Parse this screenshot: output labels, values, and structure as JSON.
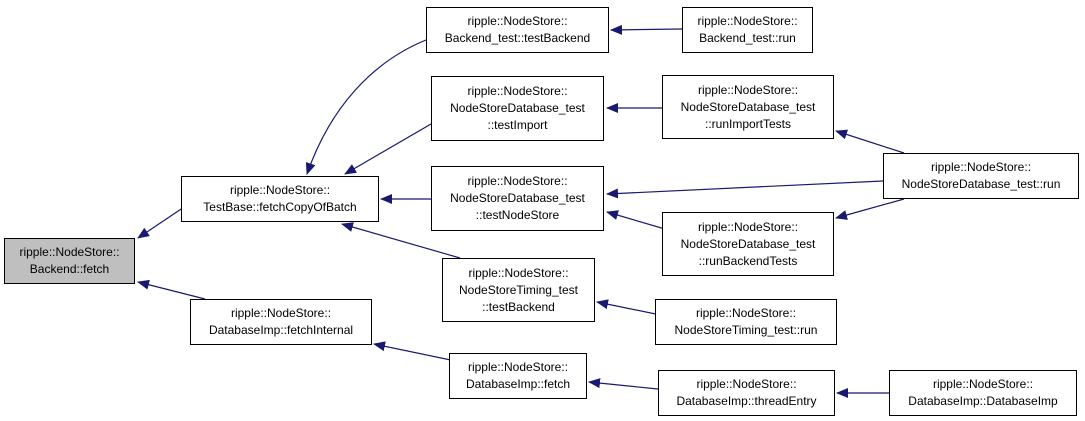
{
  "diagram": {
    "colors": {
      "edge": "#191970",
      "node_border": "#000000",
      "selected_fill": "#bfbfbf"
    },
    "nodes": {
      "backend_fetch": [
        "ripple::NodeStore::",
        "Backend::fetch"
      ],
      "fetch_copy_of_batch": [
        "ripple::NodeStore::",
        "TestBase::fetchCopyOfBatch"
      ],
      "fetch_internal": [
        "ripple::NodeStore::",
        "DatabaseImp::fetchInternal"
      ],
      "backend_test_test_backend": [
        "ripple::NodeStore::",
        "Backend_test::testBackend"
      ],
      "db_test_test_import": [
        "ripple::NodeStore::",
        "NodeStoreDatabase_test",
        "::testImport"
      ],
      "db_test_test_node_store": [
        "ripple::NodeStore::",
        "NodeStoreDatabase_test",
        "::testNodeStore"
      ],
      "timing_test_test_backend": [
        "ripple::NodeStore::",
        "NodeStoreTiming_test",
        "::testBackend"
      ],
      "database_imp_fetch": [
        "ripple::NodeStore::",
        "DatabaseImp::fetch"
      ],
      "backend_test_run": [
        "ripple::NodeStore::",
        "Backend_test::run"
      ],
      "db_test_run_import_tests": [
        "ripple::NodeStore::",
        "NodeStoreDatabase_test",
        "::runImportTests"
      ],
      "db_test_run_backend_tests": [
        "ripple::NodeStore::",
        "NodeStoreDatabase_test",
        "::runBackendTests"
      ],
      "timing_test_run": [
        "ripple::NodeStore::",
        "NodeStoreTiming_test::run"
      ],
      "database_imp_thread_entry": [
        "ripple::NodeStore::",
        "DatabaseImp::threadEntry"
      ],
      "db_test_run": [
        "ripple::NodeStore::",
        "NodeStoreDatabase_test::run"
      ],
      "database_imp_ctor": [
        "ripple::NodeStore::",
        "DatabaseImp::DatabaseImp"
      ]
    },
    "edges": [
      [
        "fetch_copy_of_batch",
        "backend_fetch"
      ],
      [
        "fetch_internal",
        "backend_fetch"
      ],
      [
        "backend_test_test_backend",
        "fetch_copy_of_batch"
      ],
      [
        "db_test_test_import",
        "fetch_copy_of_batch"
      ],
      [
        "db_test_test_node_store",
        "fetch_copy_of_batch"
      ],
      [
        "timing_test_test_backend",
        "fetch_copy_of_batch"
      ],
      [
        "database_imp_fetch",
        "fetch_internal"
      ],
      [
        "backend_test_run",
        "backend_test_test_backend"
      ],
      [
        "db_test_run_import_tests",
        "db_test_test_import"
      ],
      [
        "db_test_run",
        "db_test_test_node_store"
      ],
      [
        "db_test_run_backend_tests",
        "db_test_test_node_store"
      ],
      [
        "timing_test_run",
        "timing_test_test_backend"
      ],
      [
        "database_imp_thread_entry",
        "database_imp_fetch"
      ],
      [
        "db_test_run",
        "db_test_run_import_tests"
      ],
      [
        "db_test_run",
        "db_test_run_backend_tests"
      ],
      [
        "database_imp_ctor",
        "database_imp_thread_entry"
      ]
    ]
  }
}
